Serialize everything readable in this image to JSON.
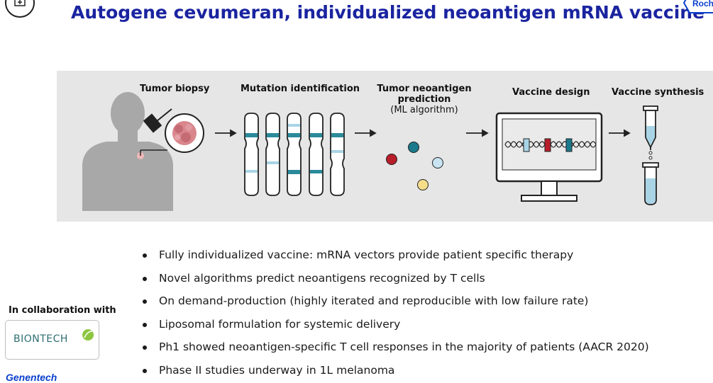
{
  "title": "Autogene cevumeran, individualized neoantigen mRNA vaccine",
  "brand": {
    "roche": "Roche",
    "genentech": "Genentech"
  },
  "steps": [
    {
      "title": "Tumor biopsy"
    },
    {
      "title": "Mutation identification"
    },
    {
      "title_line1": "Tumor neoantigen",
      "title_line2": "prediction",
      "subtitle": "(ML algorithm)"
    },
    {
      "title": "Vaccine design"
    },
    {
      "title": "Vaccine synthesis"
    }
  ],
  "bullets": [
    "Fully individualized vaccine: mRNA vectors provide patient specific therapy",
    "Novel algorithms predict neoantigens recognized by T cells",
    "On demand-production (highly iterated and reproducible with low failure rate)",
    "Liposomal formulation for systemic delivery",
    "Ph1 showed neoantigen-specific T cell responses in the majority of patients (AACR 2020)",
    "Phase II studies underway in 1L melanoma"
  ],
  "collaboration": {
    "label": "In collaboration with",
    "partner": "BIONTECH"
  },
  "colors": {
    "title": "#1a24a0",
    "panel": "#e6e6e6",
    "silhouette": "#a8a8a8",
    "teal": "#2a8a9a",
    "light_blue": "#a8d4e6",
    "red": "#b81e2a",
    "yellow": "#f5dd8a"
  }
}
